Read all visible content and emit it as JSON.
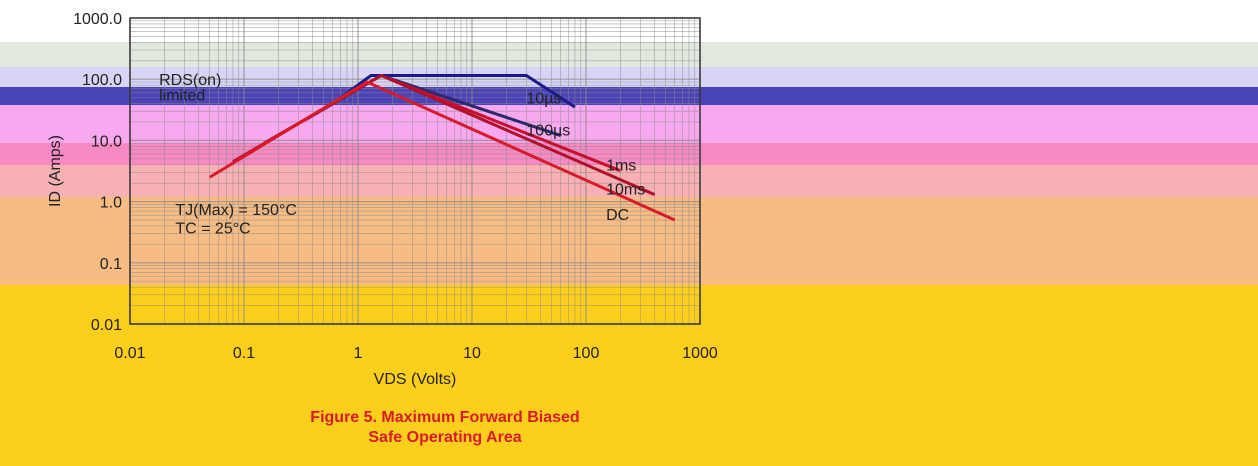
{
  "chart_data": {
    "type": "line",
    "title": "Figure 5. Maximum Forward Biased Safe Operating Area",
    "xlabel": "VDS (Volts)",
    "ylabel": "ID (Amps)",
    "x_scale": "log",
    "y_scale": "log",
    "xlim": [
      0.01,
      1000
    ],
    "ylim": [
      0.01,
      1000
    ],
    "x_ticks": [
      {
        "value": 0.01,
        "label": "0.01"
      },
      {
        "value": 0.1,
        "label": "0.1"
      },
      {
        "value": 1,
        "label": "1"
      },
      {
        "value": 10,
        "label": "10"
      },
      {
        "value": 100,
        "label": "100"
      },
      {
        "value": 1000,
        "label": "1000"
      }
    ],
    "y_ticks": [
      {
        "value": 0.01,
        "label": "0.01"
      },
      {
        "value": 0.1,
        "label": "0.1"
      },
      {
        "value": 1,
        "label": "1.0"
      },
      {
        "value": 10,
        "label": "10.0"
      },
      {
        "value": 100,
        "label": "100.0"
      },
      {
        "value": 1000,
        "label": "1000.0"
      }
    ],
    "grid": true,
    "series": [
      {
        "name": "10µs",
        "x": [
          0.6,
          1.3,
          30,
          80
        ],
        "y": [
          40,
          115,
          115,
          35
        ]
      },
      {
        "name": "100µs",
        "x": [
          0.35,
          1.6,
          60
        ],
        "y": [
          22,
          115,
          12
        ]
      },
      {
        "name": "1ms",
        "x": [
          0.15,
          1.6,
          200
        ],
        "y": [
          9,
          115,
          3.2
        ]
      },
      {
        "name": "10ms",
        "x": [
          0.08,
          1.6,
          400
        ],
        "y": [
          4.5,
          115,
          1.3
        ]
      },
      {
        "name": "DC",
        "x": [
          0.05,
          1.2,
          600
        ],
        "y": [
          2.5,
          90,
          0.5
        ]
      }
    ],
    "annotations": [
      {
        "text": "RDS(on)",
        "x": 0.018,
        "y": 80
      },
      {
        "text": "limited",
        "x": 0.018,
        "y": 45
      },
      {
        "text": "10µs",
        "x": 30,
        "y": 40
      },
      {
        "text": "100µs",
        "x": 30,
        "y": 12
      },
      {
        "text": "1ms",
        "x": 150,
        "y": 3.2
      },
      {
        "text": "10ms",
        "x": 150,
        "y": 1.3
      },
      {
        "text": "DC",
        "x": 150,
        "y": 0.5
      },
      {
        "text": "TJ(Max) = 150°C",
        "x": 0.025,
        "y": 0.6
      },
      {
        "text": "TC = 25°C",
        "x": 0.025,
        "y": 0.3
      }
    ],
    "colors": {
      "10µs": "#1a1a8c",
      "100µs": "#2a2a6e",
      "1ms": "#c8102e",
      "10ms": "#b0102a",
      "DC": "#d81b2a",
      "grid": "#8a8a8a",
      "text": "#222222",
      "title": "#d81b2a"
    }
  }
}
